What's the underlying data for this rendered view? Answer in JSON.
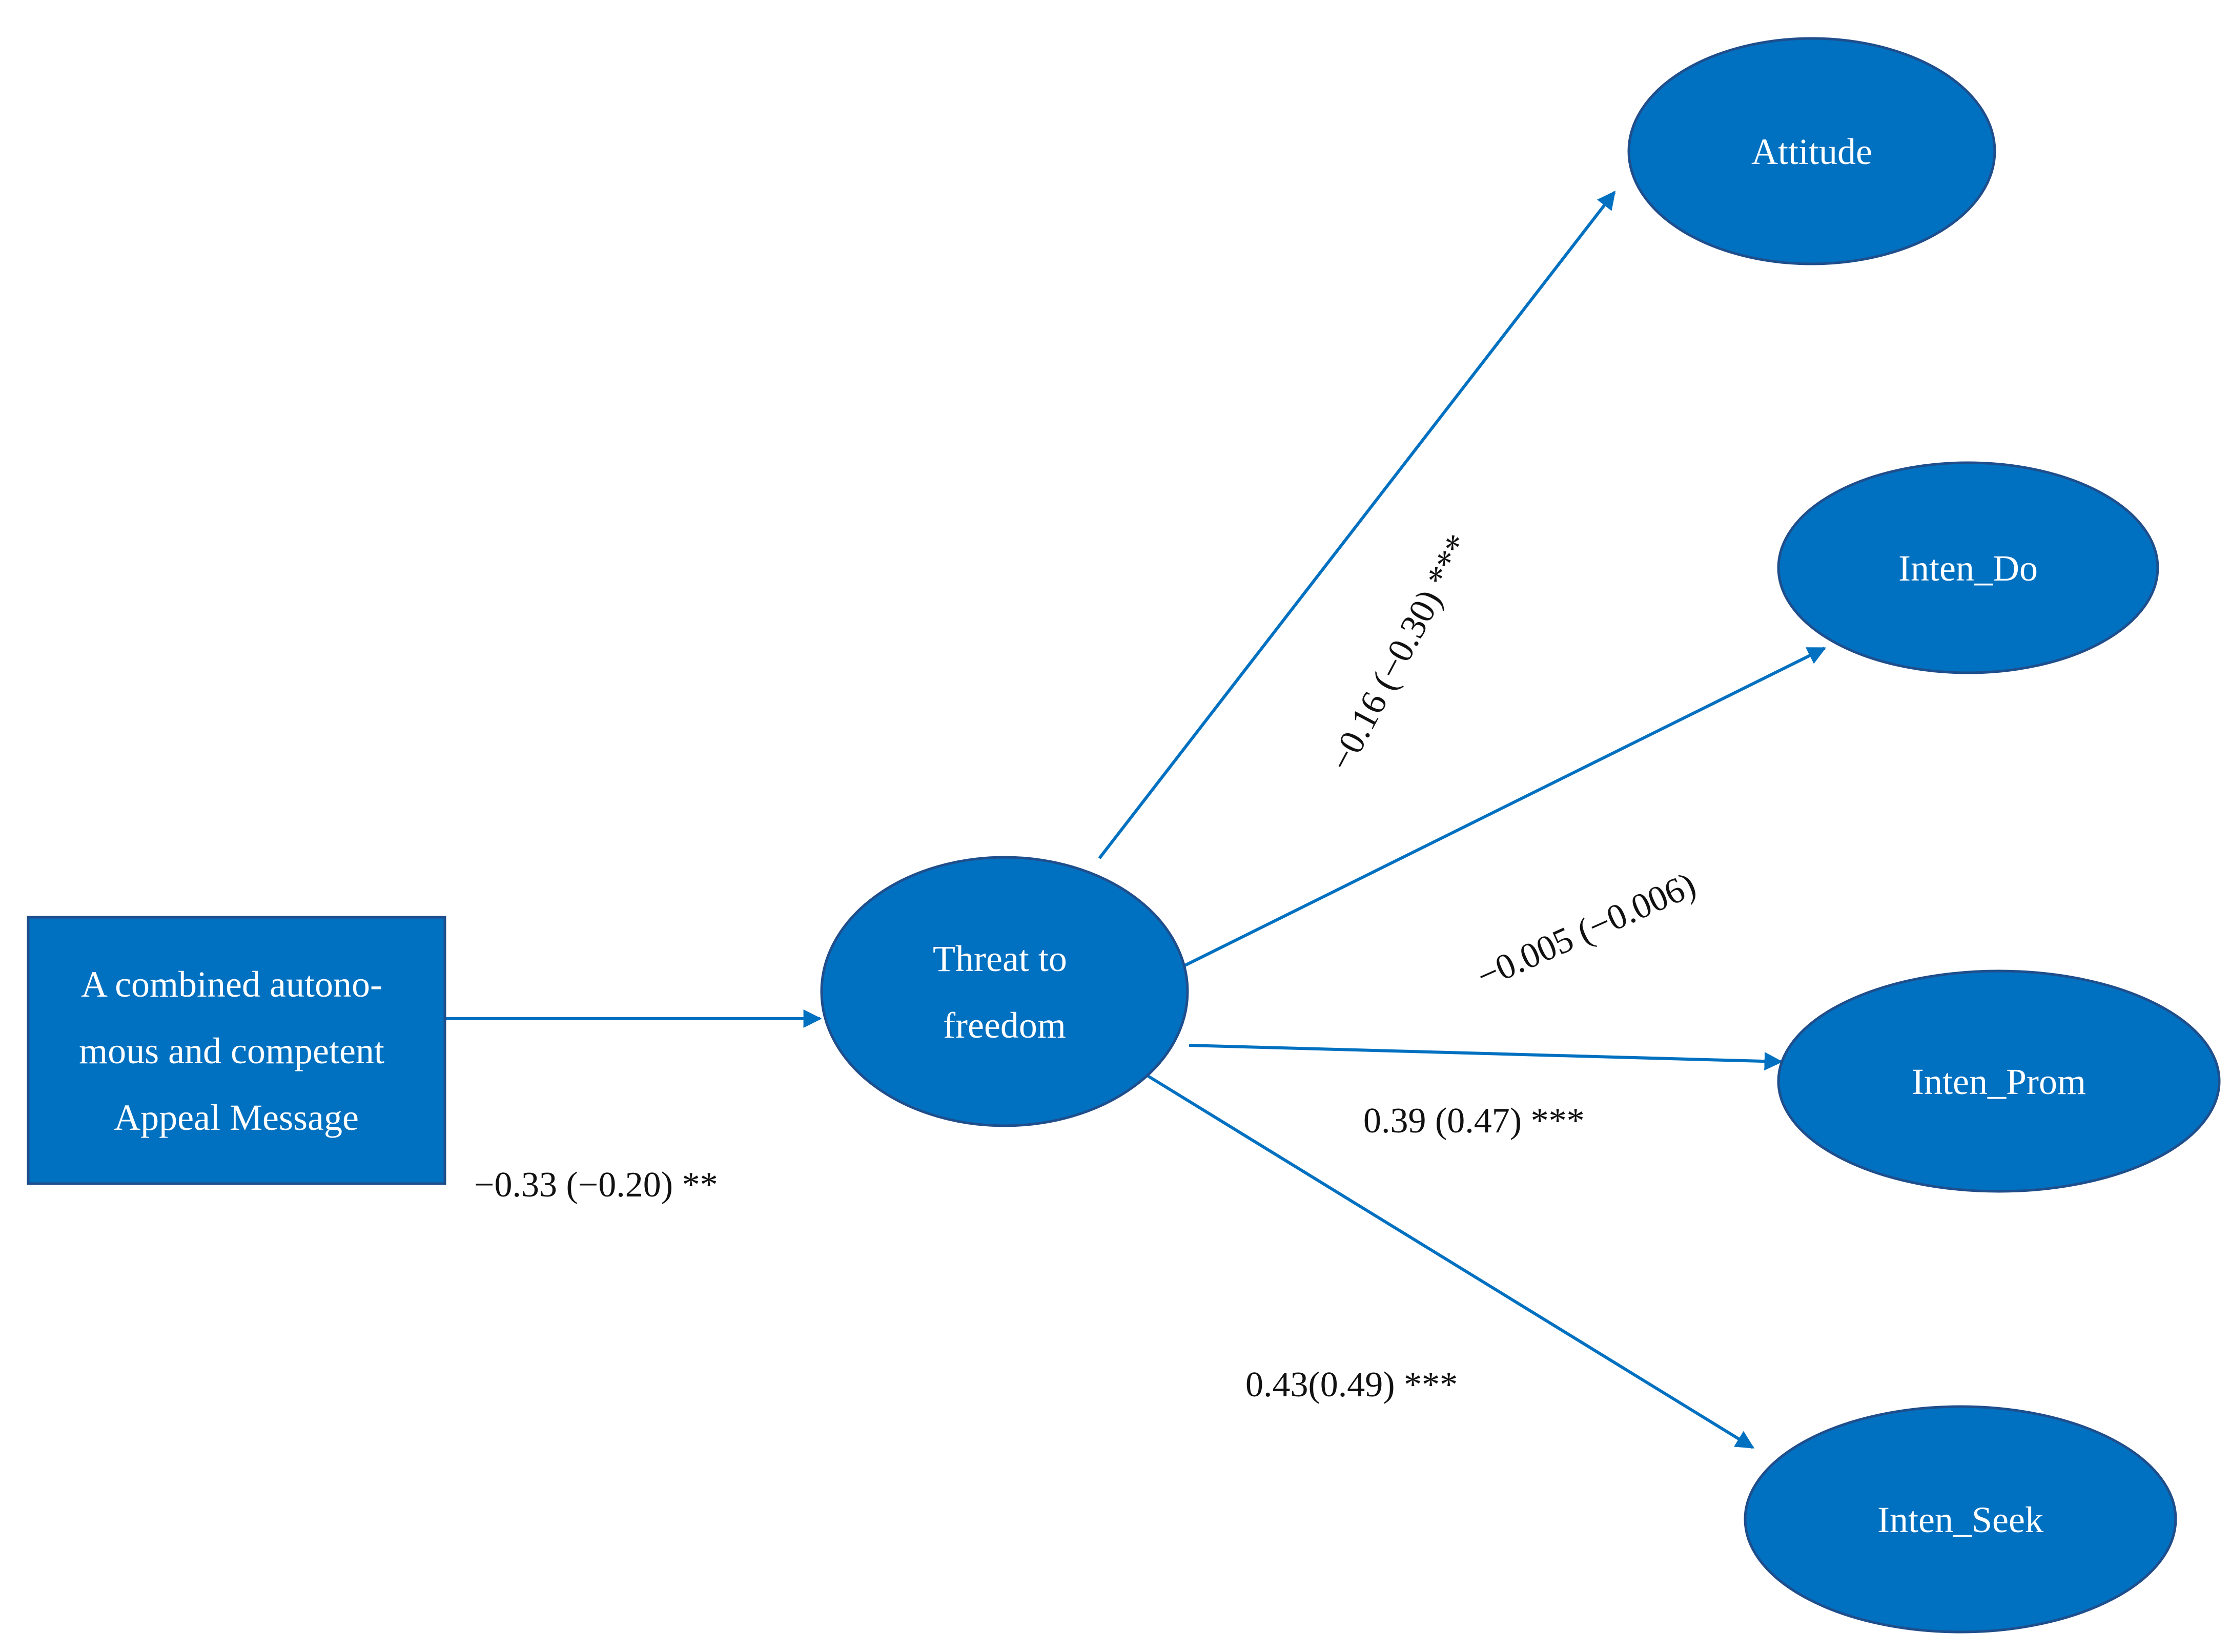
{
  "colors": {
    "node_fill": "#0070C0",
    "node_stroke": "#1F4E8C",
    "arrow": "#0070C0",
    "node_text": "#FFFFFF",
    "label_text": "#111111"
  },
  "nodes": {
    "appeal_message": {
      "shape": "rectangle",
      "lines": [
        "A combined autono-",
        "mous and competent",
        "Appeal Message"
      ]
    },
    "threat_to_freedom": {
      "shape": "ellipse",
      "lines": [
        "Threat to",
        "freedom"
      ]
    },
    "attitude": {
      "shape": "ellipse",
      "label": "Attitude"
    },
    "inten_do": {
      "shape": "ellipse",
      "label": "Inten_Do"
    },
    "inten_prom": {
      "shape": "ellipse",
      "label": "Inten_Prom"
    },
    "inten_seek": {
      "shape": "ellipse",
      "label": "Inten_Seek"
    }
  },
  "paths": {
    "appeal_to_threat": {
      "from": "appeal_message",
      "to": "threat_to_freedom",
      "label": "−0.33 (−0.20) **"
    },
    "threat_to_attitude": {
      "from": "threat_to_freedom",
      "to": "attitude",
      "label": "−0.16 (−0.30) ***"
    },
    "threat_to_inten_do": {
      "from": "threat_to_freedom",
      "to": "inten_do",
      "label": "−0.005 (−0.006)"
    },
    "threat_to_inten_prom": {
      "from": "threat_to_freedom",
      "to": "inten_prom",
      "label": "0.39 (0.47) ***"
    },
    "threat_to_inten_seek": {
      "from": "threat_to_freedom",
      "to": "inten_seek",
      "label": "0.43(0.49) ***"
    }
  }
}
